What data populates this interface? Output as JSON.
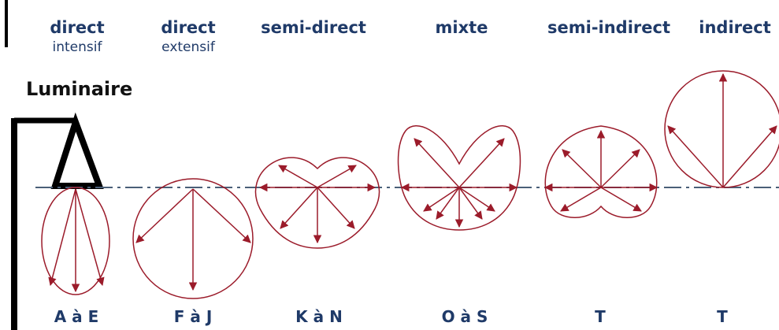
{
  "title": "Luminaire",
  "columns": [
    {
      "category": "direct",
      "sub": "intensif",
      "classes": "A à E"
    },
    {
      "category": "direct",
      "sub": "extensif",
      "classes": "F à J"
    },
    {
      "category": "semi-direct",
      "sub": "",
      "classes": "K à N"
    },
    {
      "category": "mixte",
      "sub": "",
      "classes": "O à S"
    },
    {
      "category": "semi-indirect",
      "sub": "",
      "classes": "T"
    },
    {
      "category": "indirect",
      "sub": "",
      "classes": "T"
    }
  ],
  "colors": {
    "text": "#1f3a68",
    "curve": "#9b1b2a",
    "baseline": "#4a5f78",
    "frame": "#000000"
  }
}
